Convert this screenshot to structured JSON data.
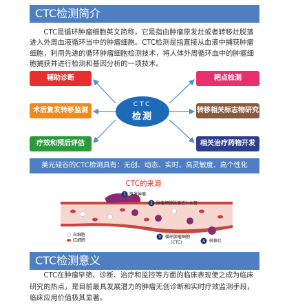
{
  "header1": {
    "title": "CTC检测简介"
  },
  "intro": {
    "text": "CTC是循环肿瘤细胞英文简称，它是指由肿瘤原发灶或者转移灶脱落进入外周血液循环当中的肿瘤细胞。CTC检测是指直接从血液中捕获肿瘤细胞，利用先进的循环肿瘤细胞检测技术，将人体外周循环血中的肿瘤细胞捕获并进行检测和基因分析的一项技术。"
  },
  "center": {
    "line1": "CTC",
    "line2": "检测"
  },
  "pills": {
    "left": [
      {
        "label": "辅助诊断",
        "color": "#e63030"
      },
      {
        "label": "术后复发转移监测",
        "color": "#f08a1c"
      },
      {
        "label": "疗效和预后评估",
        "color": "#2a9a3c"
      }
    ],
    "right": [
      {
        "label": "耙点检测",
        "color": "#e8306e"
      },
      {
        "label": "转移相关标志物研究",
        "color": "#8a5a3c"
      },
      {
        "label": "相关治疗药物开发",
        "color": "#2e3e8c"
      }
    ]
  },
  "banner": {
    "text": "美光硅谷的CTC检测具有：无创、动态、实时、高灵敏度、高个性化"
  },
  "source": {
    "title": "CTC的来源",
    "labels": [
      "原发肿瘤",
      "肿瘤细胞脱落进入血管",
      "循环肿瘤细胞",
      "(CTC)",
      "转移灶",
      "白细胞",
      "红细胞"
    ],
    "numbers": [
      "1",
      "2",
      "3",
      "4"
    ]
  },
  "header2": {
    "title": "CTC检测意义"
  },
  "significance": {
    "text": "CTC在肿瘤早筛、诊断、治疗和监控等方面的临床表现使之成为临床研究的热点，是目前最具发展潜力的肿瘤无创诊断和实时疗效监测手段，临床应用价值极其显著。"
  },
  "colors": {
    "header_bg": "#4d7fc2",
    "center_bg": "#1d6bb8",
    "source_title": "#e0321a",
    "vessel": "#c9453e"
  }
}
